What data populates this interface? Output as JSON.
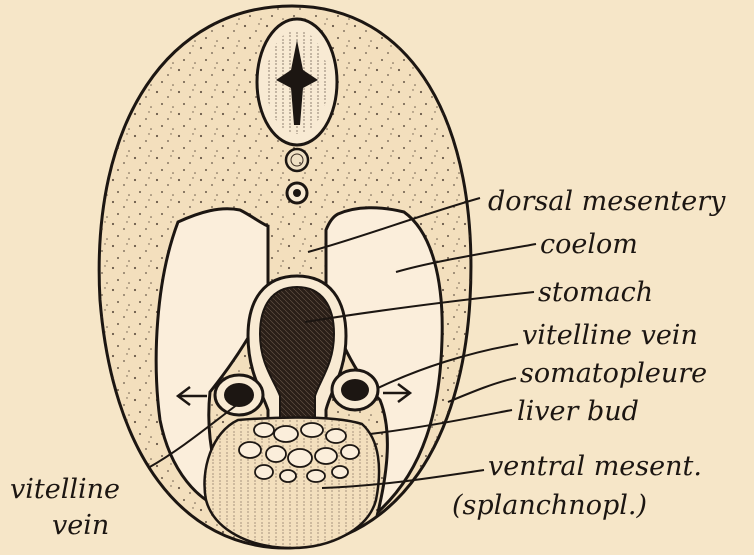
{
  "labels": {
    "dorsal_mesentery": "dorsal mesentery",
    "coelom": "coelom",
    "stomach": "stomach",
    "vitelline_vein_right": "vitelline vein",
    "somatopleure": "somatopleure",
    "liver_bud": "liver bud",
    "ventral_mesentery_line1": "ventral mesent.",
    "ventral_mesentery_line2": "(splanchnopl.)",
    "vitelline_vein_left_line1": "vitelline",
    "vitelline_vein_left_line2": "vein"
  },
  "colors": {
    "background": "#f6e6c8",
    "ink": "#1c1612",
    "tissue": "#f3dfbd",
    "lumen": "#fbeedb"
  }
}
